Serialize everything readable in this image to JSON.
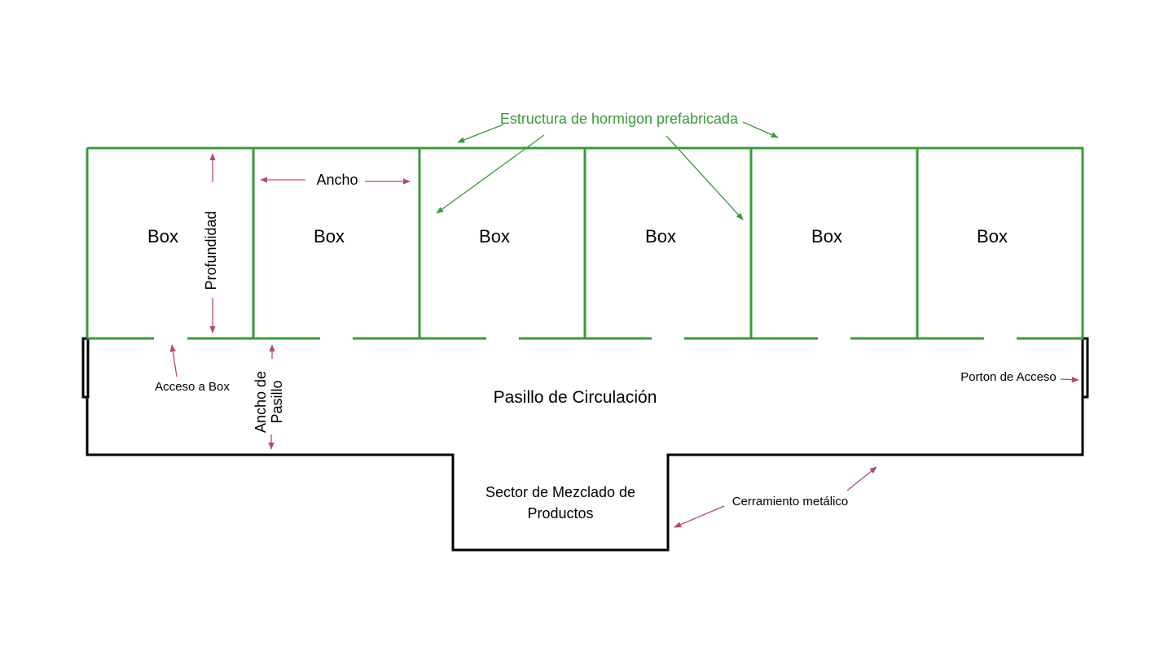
{
  "colors": {
    "structure": "#3a9a3a",
    "enclosure": "#000000",
    "annotation_arrow": "#b04a7a",
    "structure_arrow": "#3a9a3a",
    "background": "#ffffff"
  },
  "labels": {
    "structure_title": "Estructura de hormigon prefabricada",
    "ancho": "Ancho",
    "profundidad": "Profundidad",
    "acceso_box": "Acceso a Box",
    "ancho_pasillo_line1": "Ancho de",
    "ancho_pasillo_line2": "Pasillo",
    "pasillo": "Pasillo de Circulación",
    "porton": "Porton de Acceso",
    "sector_line1": "Sector de Mezclado de",
    "sector_line2": "Productos",
    "cerramiento": "Cerramiento metálico"
  },
  "boxes": [
    {
      "label": "Box"
    },
    {
      "label": "Box"
    },
    {
      "label": "Box"
    },
    {
      "label": "Box"
    },
    {
      "label": "Box"
    },
    {
      "label": "Box"
    }
  ],
  "icons": {
    "dimension_arrow": "double-arrow-icon",
    "pointer_arrow": "arrow-icon"
  }
}
